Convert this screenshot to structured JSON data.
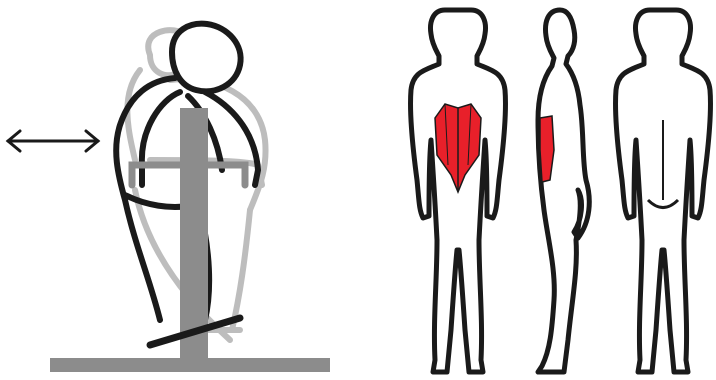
{
  "colors": {
    "outline": "#1a1a1a",
    "machine": "#8c8c8c",
    "ghost_figure": "#bdbdbd",
    "muscle_highlight": "#e8202a",
    "background": "#ffffff"
  },
  "icons": {
    "motion": "double-headed-horizontal-arrow",
    "views": [
      "front-view-figure",
      "side-view-figure",
      "back-view-figure"
    ]
  },
  "highlighted_region": "abdominal-obliques"
}
